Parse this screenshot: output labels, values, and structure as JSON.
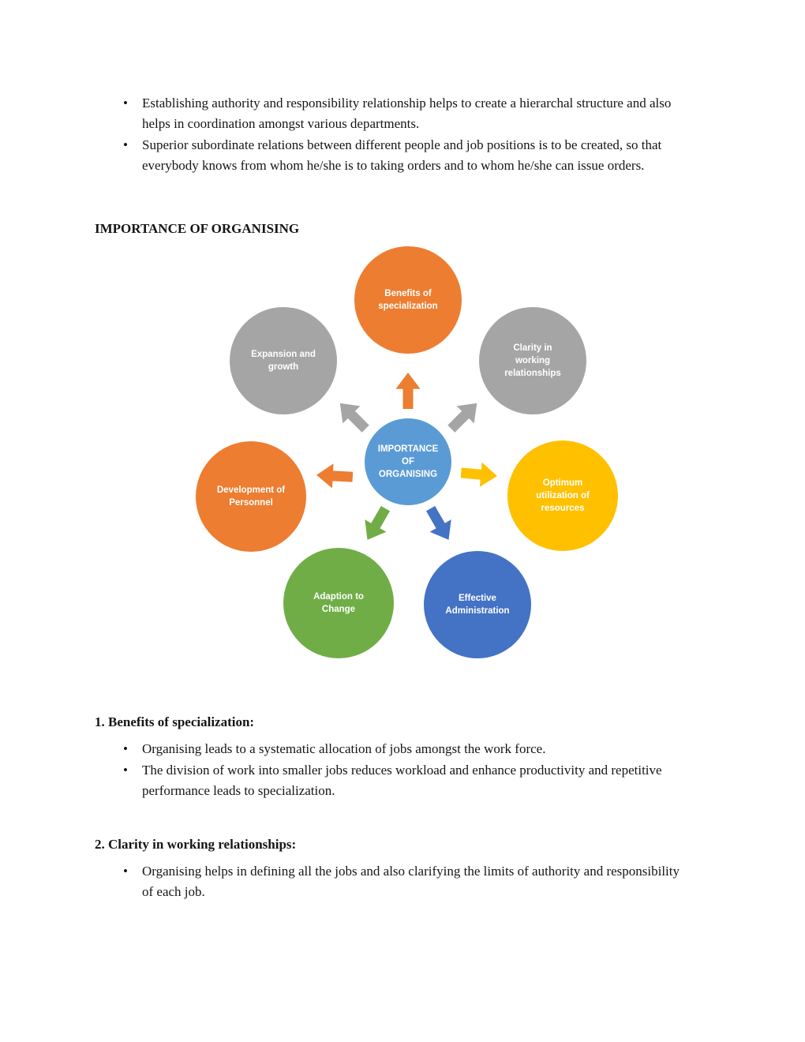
{
  "doc": {
    "top_bullets": [
      "Establishing authority and responsibility relationship helps to create a hierarchal structure and also helps in coordination amongst various departments.",
      "Superior subordinate relations between different people and job positions is to be created, so that everybody knows from whom he/she is to taking orders and to whom he/she can issue orders."
    ],
    "heading": "IMPORTANCE OF ORGANISING",
    "sections": [
      {
        "title": "1. Benefits of specialization:",
        "bullets": [
          "Organising leads to a systematic allocation of jobs amongst the work force.",
          "The division of work into smaller jobs reduces workload and enhance productivity and repetitive performance leads to specialization."
        ]
      },
      {
        "title": "2. Clarity in working relationships:",
        "bullets": [
          "Organising helps in defining all the jobs and also clarifying the limits of authority and responsibility of each job."
        ]
      }
    ]
  },
  "diagram": {
    "center": {
      "label": "IMPORTANCE\nOF\nORGANISING",
      "color": "#5B9BD5"
    },
    "nodes": [
      {
        "label": "Benefits of\nspecialization",
        "color": "#ED7D31"
      },
      {
        "label": "Clarity in\nworking\nrelationships",
        "color": "#A5A5A5"
      },
      {
        "label": "Optimum\nutilization of\nresources",
        "color": "#FFC000"
      },
      {
        "label": "Effective\nAdministration",
        "color": "#4472C4"
      },
      {
        "label": "Adaption to\nChange",
        "color": "#70AD47"
      },
      {
        "label": "Development of\nPersonnel",
        "color": "#ED7D31"
      },
      {
        "label": "Expansion and\ngrowth",
        "color": "#A5A5A5"
      }
    ],
    "arrows": [
      {
        "direction": "up",
        "color": "#ED7D31"
      },
      {
        "direction": "up-right",
        "color": "#A5A5A5"
      },
      {
        "direction": "right",
        "color": "#FFC000"
      },
      {
        "direction": "down-right",
        "color": "#4472C4"
      },
      {
        "direction": "down-left",
        "color": "#70AD47"
      },
      {
        "direction": "left",
        "color": "#ED7D31"
      },
      {
        "direction": "up-left",
        "color": "#A5A5A5"
      }
    ]
  }
}
